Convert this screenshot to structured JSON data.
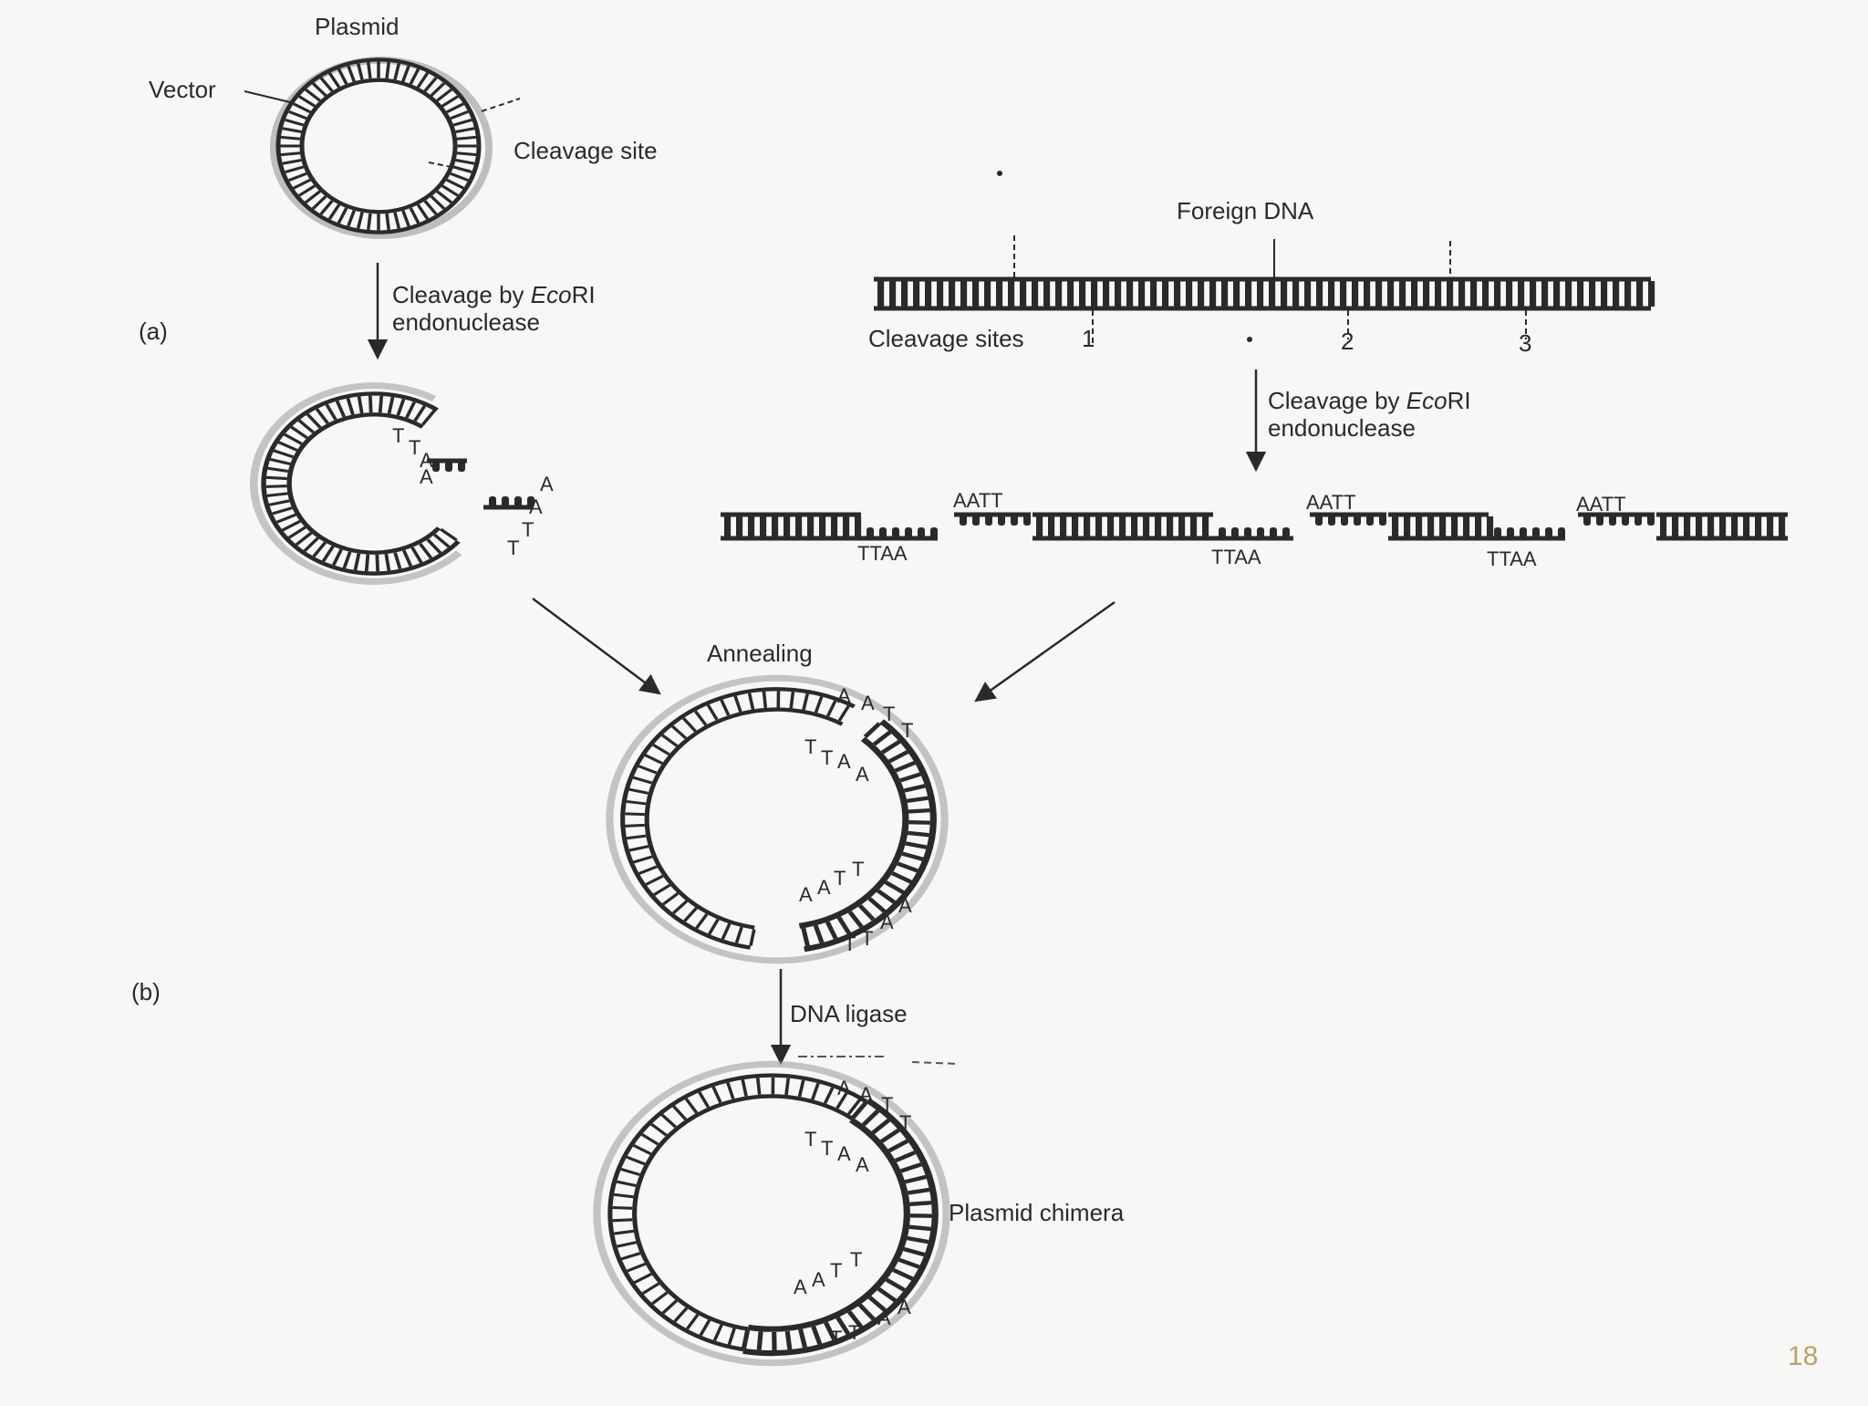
{
  "labels": {
    "plasmid": "Plasmid",
    "vector": "Vector",
    "cleavage_site": "Cleavage site",
    "panel_a": "(a)",
    "panel_b": "(b)",
    "cleavage_plasmid_1": "Cleavage by ",
    "cleavage_plasmid_italic": "Eco",
    "cleavage_plasmid_suffix": "RI",
    "cleavage_plasmid_2": "endonuclease",
    "foreign_dna": "Foreign DNA",
    "cleavage_sites": "Cleavage sites",
    "site_1": "1",
    "site_2": "2",
    "site_3": "3",
    "cleavage_foreign_1": "Cleavage by ",
    "cleavage_foreign_italic": "Eco",
    "cleavage_foreign_suffix": "RI",
    "cleavage_foreign_2": "endonuclease",
    "annealing": "Annealing",
    "dna_ligase": "DNA ligase",
    "plasmid_chimera": "Plasmid chimera"
  },
  "sequences": {
    "aatt": "AATT",
    "ttaa": "TTAA"
  },
  "page_number": "18",
  "colors": {
    "ink": "#2a2a2a",
    "background": "#f7f7f5",
    "page_number": "#b9a36a"
  }
}
